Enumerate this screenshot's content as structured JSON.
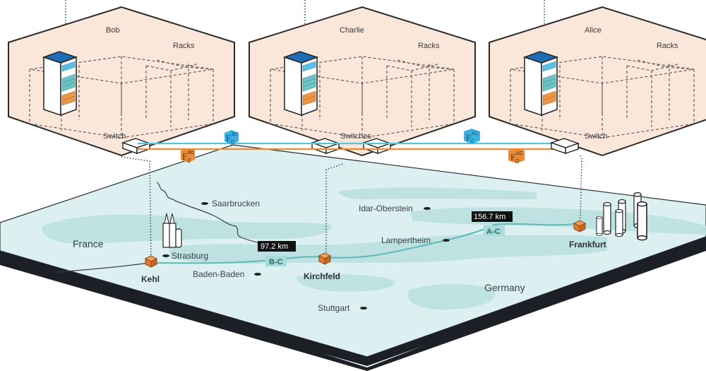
{
  "rooms": [
    {
      "name": "Bob",
      "racks_label": "Racks",
      "switch_label": "Switch"
    },
    {
      "name": "Charlie",
      "racks_label": "Racks",
      "switch_label": "Switches"
    },
    {
      "name": "Alice",
      "racks_label": "Racks",
      "switch_label": "Switch"
    }
  ],
  "fibers": {
    "bc_classical": {
      "symbol": "F",
      "sub": "C",
      "sup": "BC"
    },
    "bc_quantum": {
      "symbol": "F",
      "sub": "Q",
      "sup": "BC"
    },
    "ac_classical": {
      "symbol": "F",
      "sub": "C",
      "sup": "AC"
    },
    "ac_quantum": {
      "symbol": "F",
      "sub": "Q",
      "sup": "AC"
    }
  },
  "map": {
    "countries": [
      "France",
      "Germany"
    ],
    "cities": [
      "Saarbrucken",
      "Strasburg",
      "Baden-Baden",
      "Idar-Oberstein",
      "Lampertheim",
      "Stuttgart"
    ],
    "nodes": [
      "Kehl",
      "Kirchfeld",
      "Frankfurt"
    ],
    "links": [
      {
        "label": "B-C",
        "distance": "97.2 km"
      },
      {
        "label": "A-C",
        "distance": "156.7 km"
      }
    ]
  },
  "colors": {
    "room_fill": "#fbe6da",
    "map_fill": "#dcf0f1",
    "map_patch": "#b8e0df",
    "classical_fiber": "#5bc4dd",
    "quantum_fiber": "#e88c3a",
    "node": "#e07b2e",
    "rack_top": "#1f6eb5"
  }
}
